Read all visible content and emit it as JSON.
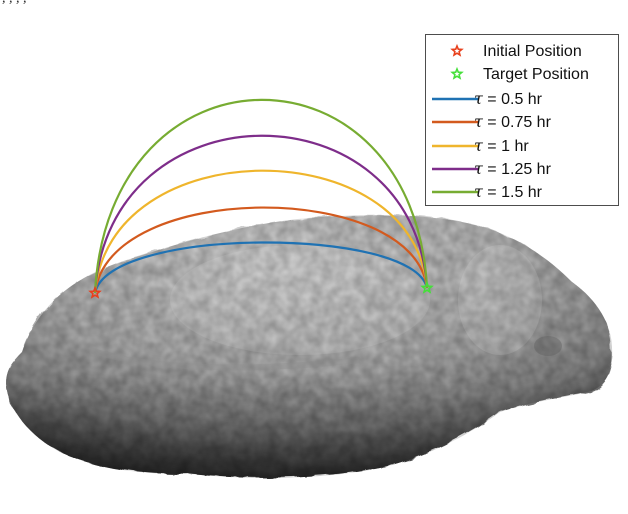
{
  "top_text": ", , , ,",
  "legend": {
    "entries": [
      {
        "kind": "marker",
        "label": "Initial Position",
        "color": "#e8401c"
      },
      {
        "kind": "marker",
        "label": "Target Position",
        "color": "#45e03a"
      },
      {
        "kind": "line",
        "symbol": "τ",
        "label": " = 0.5 hr",
        "color": "#1f72b3"
      },
      {
        "kind": "line",
        "symbol": "τ",
        "label": " = 0.75 hr",
        "color": "#d35a1e"
      },
      {
        "kind": "line",
        "symbol": "τ",
        "label": " = 1 hr",
        "color": "#efb52c"
      },
      {
        "kind": "line",
        "symbol": "τ",
        "label": " = 1.25 hr",
        "color": "#7e2d8a"
      },
      {
        "kind": "line",
        "symbol": "τ",
        "label": " = 1.5 hr",
        "color": "#77ac32"
      }
    ]
  },
  "trajectories": [
    {
      "tau_hr": 0.5,
      "color": "#1f72b3"
    },
    {
      "tau_hr": 0.75,
      "color": "#d35a1e"
    },
    {
      "tau_hr": 1.0,
      "color": "#efb52c"
    },
    {
      "tau_hr": 1.25,
      "color": "#7e2d8a"
    },
    {
      "tau_hr": 1.5,
      "color": "#77ac32"
    }
  ],
  "colors": {
    "asteroid_light": "#d6d6d6",
    "asteroid_mid": "#a4a4a4",
    "asteroid_dark": "#3b3b3b",
    "initial_marker": "#e8401c",
    "target_marker": "#45e03a"
  }
}
